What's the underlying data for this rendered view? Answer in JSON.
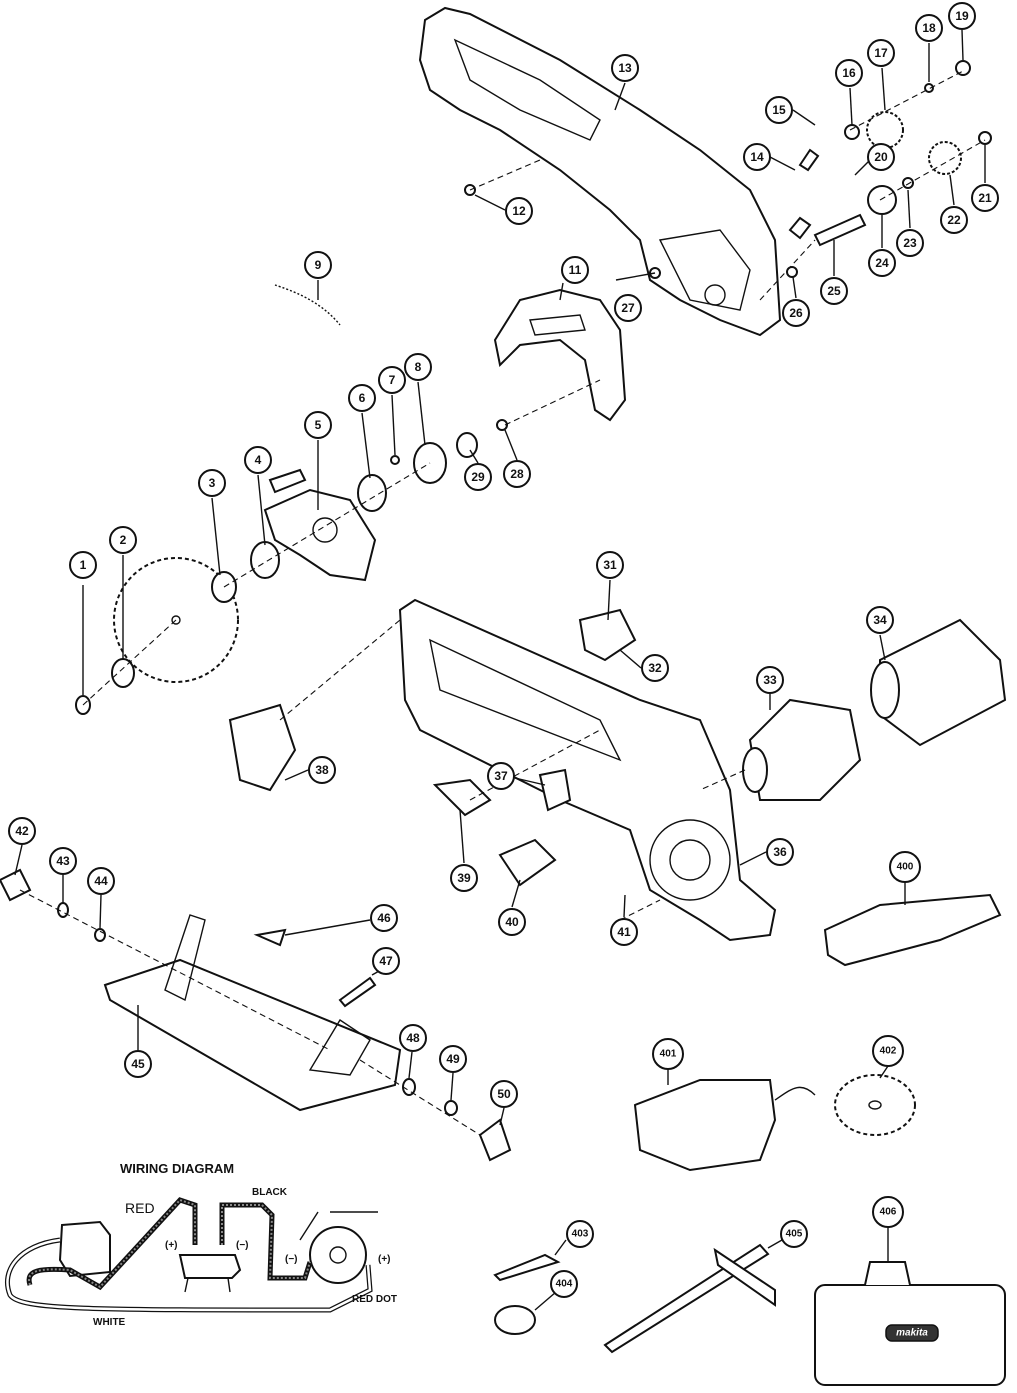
{
  "diagram": {
    "type": "exploded-parts-diagram",
    "callouts": [
      "1",
      "2",
      "3",
      "4",
      "5",
      "6",
      "7",
      "8",
      "9",
      "11",
      "12",
      "13",
      "14",
      "15",
      "16",
      "17",
      "18",
      "19",
      "20",
      "21",
      "22",
      "23",
      "24",
      "25",
      "26",
      "27",
      "28",
      "29",
      "31",
      "32",
      "33",
      "34",
      "36",
      "37",
      "38",
      "39",
      "40",
      "41",
      "42",
      "43",
      "44",
      "45",
      "46",
      "47",
      "48",
      "49",
      "50",
      "400",
      "401",
      "402",
      "403",
      "404",
      "405",
      "406"
    ]
  },
  "wiring_diagram": {
    "title": "WIRING DIAGRAM",
    "wire_labels": {
      "red": "RED",
      "black": "BLACK",
      "white": "WHITE",
      "red_dot": "RED DOT"
    },
    "polarity": {
      "plus": "(+)",
      "minus": "(−)"
    }
  },
  "case_brand": "makita"
}
